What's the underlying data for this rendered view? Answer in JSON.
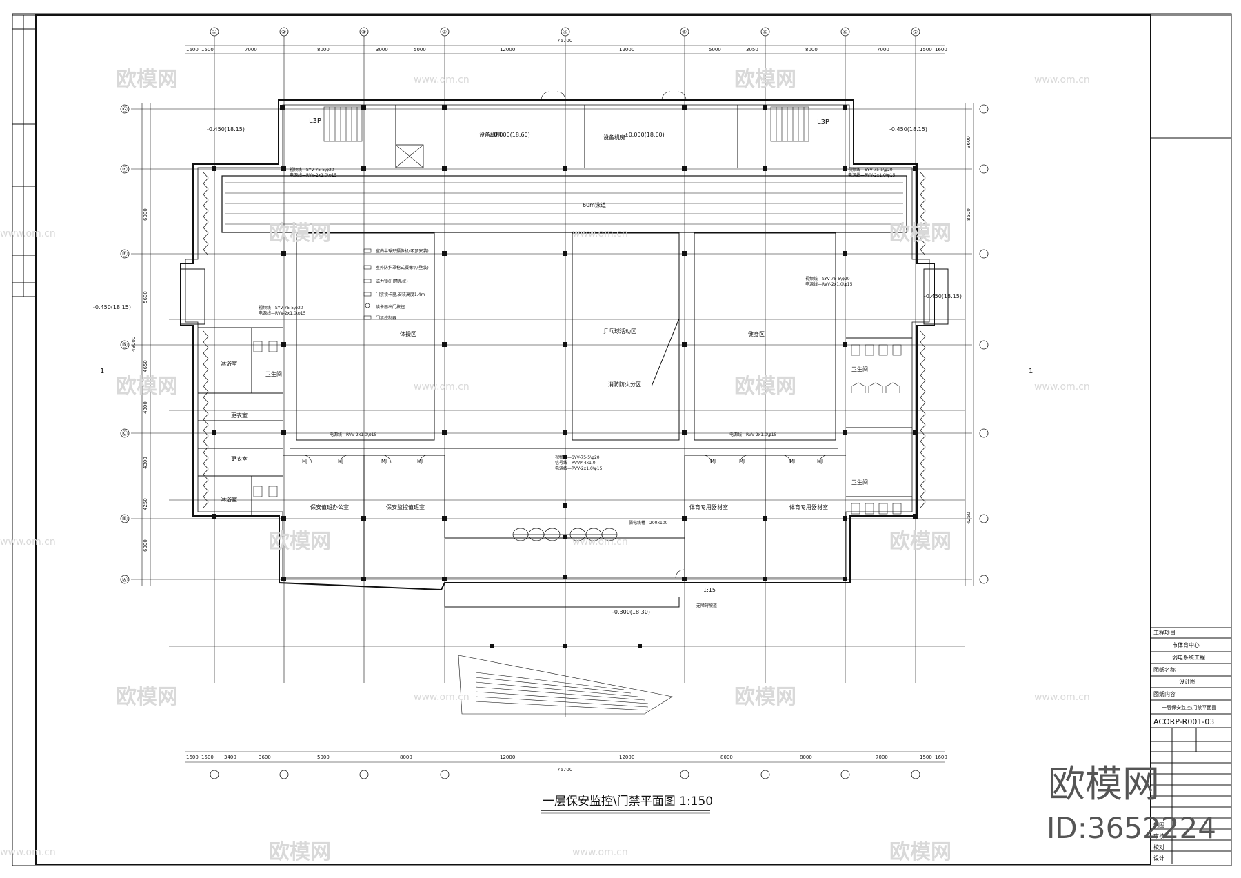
{
  "drawing": {
    "title": "一层保安监控\\门禁平面图 1:150",
    "total_dim": "76700",
    "axes_top": [
      "①",
      "②",
      "③",
      "③",
      "④",
      "⑤",
      "⑤",
      "⑥",
      "⑦"
    ],
    "axes_side": [
      "Ⓐ",
      "Ⓑ",
      "Ⓒ",
      "Ⓓ",
      "Ⓔ",
      "Ⓕ",
      "Ⓖ"
    ],
    "top_dims": [
      "1600",
      "1500",
      "7000",
      "8000",
      "3000",
      "5000",
      "12000",
      "12000",
      "5000",
      "3050",
      "8000",
      "7000",
      "1500",
      "1600"
    ],
    "bottom_dims": [
      "1600",
      "1500",
      "3400",
      "3600",
      "5000",
      "8000",
      "12000",
      "12000",
      "8000",
      "8000",
      "7000",
      "1500",
      "1600"
    ],
    "side_dims": [
      "6000",
      "4250",
      "4300",
      "4300",
      "4650",
      "5600",
      "6000",
      "8500",
      "3600",
      "4250"
    ],
    "side_total": "49000",
    "section_mark": "1",
    "elevations": [
      "-0.450(18.15)",
      "-0.450(18.15)",
      "-0.450(18.15)",
      "-0.450(18.15)",
      "±0.000(18.60)",
      "±0.000(18.60)",
      "-0.300(18.30)"
    ],
    "rooms": {
      "pool": "60m泳道",
      "hall_left": "体操区",
      "hall_mid": "乒乓球活动区",
      "hall_right": "健身区",
      "equip_left": "设备机房",
      "equip_right": "设备机房",
      "office1": "保安值班办公室",
      "office2": "保安监控值班室",
      "office3": "体育专用器材室",
      "office4": "体育专用器材室",
      "toilet_l": "卫生间",
      "toilet_r1": "卫生间",
      "toilet_r2": "卫生间",
      "changing_l1": "淋浴室",
      "changing_l2": "更衣室",
      "changing_l3": "更衣室",
      "changing_l4": "淋浴室",
      "stair_l": "L3P",
      "stair_r": "L3P",
      "zone": "消防防火分区"
    },
    "tags": {
      "mj": "MJ",
      "ramp": "1:15",
      "ramp_note": "无障碍坡道"
    },
    "legend": [
      "室内半球形摄像机(吸顶安装)",
      "室外防护罩枪式摄像机(壁装)",
      "磁力锁(门禁系统)",
      "门禁读卡器,安装高度1.4m",
      "读卡器出门按钮",
      "门禁控制器"
    ],
    "cables": [
      "视频线—SYV-75-5\\φ20",
      "电源线—RVV-2x1.0\\φ15",
      "信号线—RVVP-4x1.0",
      "弱电线槽—200x100"
    ]
  },
  "title_block": {
    "rows": [
      "工程项目",
      "市体育中心",
      "弱电系统工程",
      "图纸名称",
      "设计图",
      "图纸内容",
      "一层保安监控\\门禁平面图"
    ],
    "drawing_no": "ACORP-R001-03",
    "footer": [
      "审核",
      "校对",
      "设计",
      "制图"
    ]
  },
  "watermark": {
    "brand": "欧模网",
    "url": "www.om.cn",
    "id": "ID:3652224"
  }
}
